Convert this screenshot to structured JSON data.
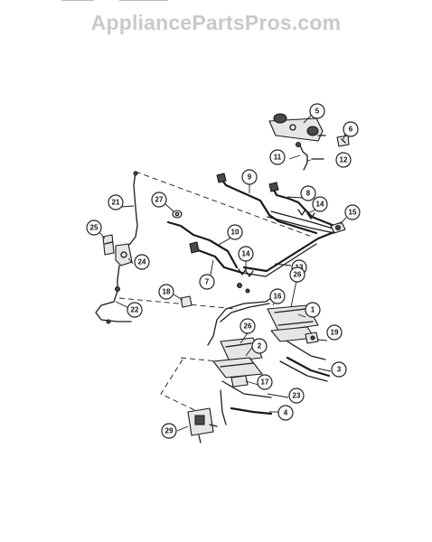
{
  "watermark": {
    "text": "AppliancePartsPros.com"
  },
  "callouts": [
    {
      "id": "1",
      "label": "1"
    },
    {
      "id": "2",
      "label": "2"
    },
    {
      "id": "3",
      "label": "3"
    },
    {
      "id": "4",
      "label": "4"
    },
    {
      "id": "5",
      "label": "5"
    },
    {
      "id": "6",
      "label": "6"
    },
    {
      "id": "7",
      "label": "7"
    },
    {
      "id": "8",
      "label": "8"
    },
    {
      "id": "9",
      "label": "9"
    },
    {
      "id": "10",
      "label": "10"
    },
    {
      "id": "11",
      "label": "11"
    },
    {
      "id": "12",
      "label": "12"
    },
    {
      "id": "13",
      "label": "13"
    },
    {
      "id": "14a",
      "label": "14"
    },
    {
      "id": "14b",
      "label": "14"
    },
    {
      "id": "15",
      "label": "15"
    },
    {
      "id": "16",
      "label": "16"
    },
    {
      "id": "17",
      "label": "17"
    },
    {
      "id": "18",
      "label": "18"
    },
    {
      "id": "19",
      "label": "19"
    },
    {
      "id": "21",
      "label": "21"
    },
    {
      "id": "22",
      "label": "22"
    },
    {
      "id": "23",
      "label": "23"
    },
    {
      "id": "24",
      "label": "24"
    },
    {
      "id": "25",
      "label": "25"
    },
    {
      "id": "26a",
      "label": "26"
    },
    {
      "id": "26b",
      "label": "26"
    },
    {
      "id": "27",
      "label": "27"
    },
    {
      "id": "29",
      "label": "29"
    }
  ]
}
